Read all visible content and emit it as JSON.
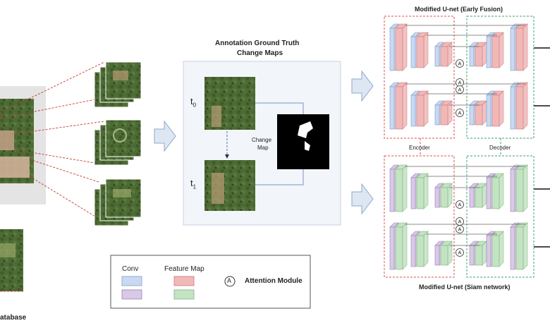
{
  "left_caption": "atabase",
  "center_title_line1": "Annotation Ground Truth",
  "center_title_line2": "Change Maps",
  "t0_label": "t",
  "t0_sub": "0",
  "t1_label": "t",
  "t1_sub": "1",
  "change_map_line1": "Change",
  "change_map_line2": "Map",
  "top_network_title": "Modified U-net (Early Fusion)",
  "bottom_network_title": "Modified U-net (Siam network)",
  "encoder_label": "Encoder",
  "decoder_label": "Decoder",
  "attention_symbol": "A",
  "legend": {
    "conv_label": "Conv",
    "feature_map_label": "Feature Map",
    "attention_label": "Attention Module",
    "attention_symbol": "A"
  },
  "colors": {
    "conv_blue": "#c9d9f2",
    "conv_purple": "#d9c9e6",
    "feature_red": "#f1b8b8",
    "feature_green": "#c3e3c3",
    "encoder_border": "#d9534f",
    "decoder_border": "#3aa56b",
    "panel_bg": "#f2f5fa",
    "arrow_fill": "#dde6f3"
  }
}
